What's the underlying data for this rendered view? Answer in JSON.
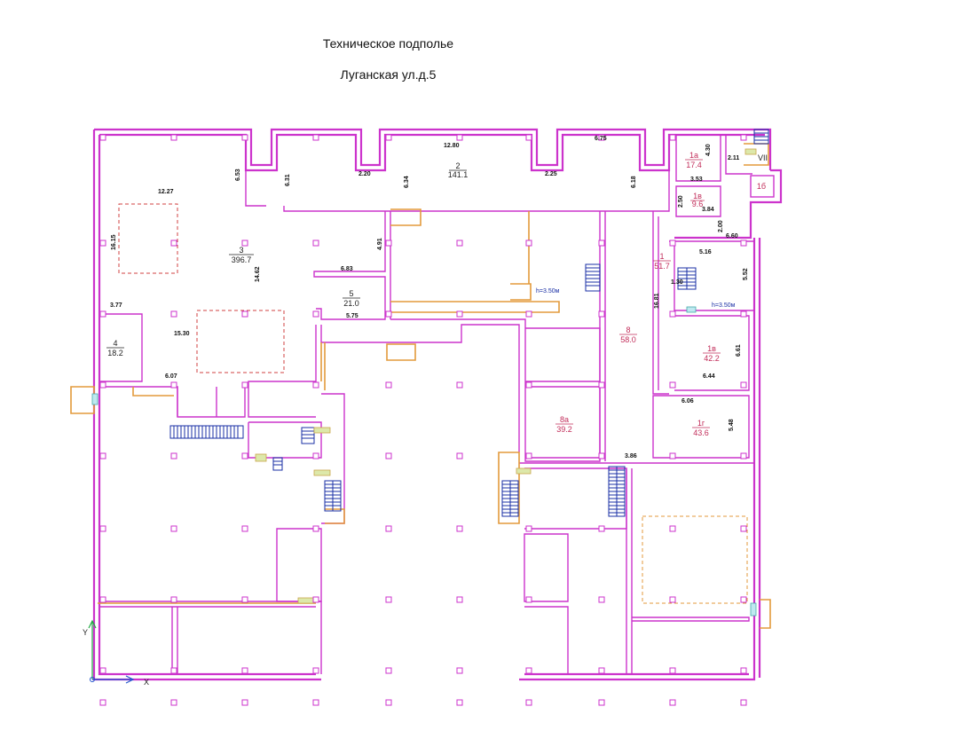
{
  "header": {
    "title": "Техническое подполье",
    "address": "Луганская ул.д.5"
  },
  "rooms": [
    {
      "id": "2",
      "area": "141.1"
    },
    {
      "id": "3",
      "area": "396.7"
    },
    {
      "id": "4",
      "area": "18.2"
    },
    {
      "id": "5",
      "area": "21.0"
    },
    {
      "id": "1",
      "area": "51.7"
    },
    {
      "id": "1а",
      "area": "17.4"
    },
    {
      "id": "1в",
      "area": "9.6"
    },
    {
      "id": "1в",
      "area": "42.2"
    },
    {
      "id": "1г",
      "area": "43.6"
    },
    {
      "id": "8",
      "area": "58.0"
    },
    {
      "id": "8а",
      "area": "39.2"
    },
    {
      "id": "1б",
      "area": ""
    }
  ],
  "dimensions": [
    "12.80",
    "6.75",
    "2.20",
    "2.25",
    "6.34",
    "6.18",
    "6.53",
    "6.31",
    "12.27",
    "16.15",
    "14.62",
    "4.91",
    "6.83",
    "5.75",
    "3.77",
    "15.30",
    "6.07",
    "4.30",
    "2.11",
    "3.53",
    "2.50",
    "3.84",
    "2.00",
    "6.60",
    "5.16",
    "5.52",
    "1.30",
    "16.81",
    "6.61",
    "6.44",
    "6.06",
    "5.48",
    "3.86"
  ],
  "marks": {
    "height_1": "h=3.50м",
    "height_2": "h=3.50м",
    "section": "VII",
    "axis_x": "X",
    "axis_y": "Y"
  }
}
